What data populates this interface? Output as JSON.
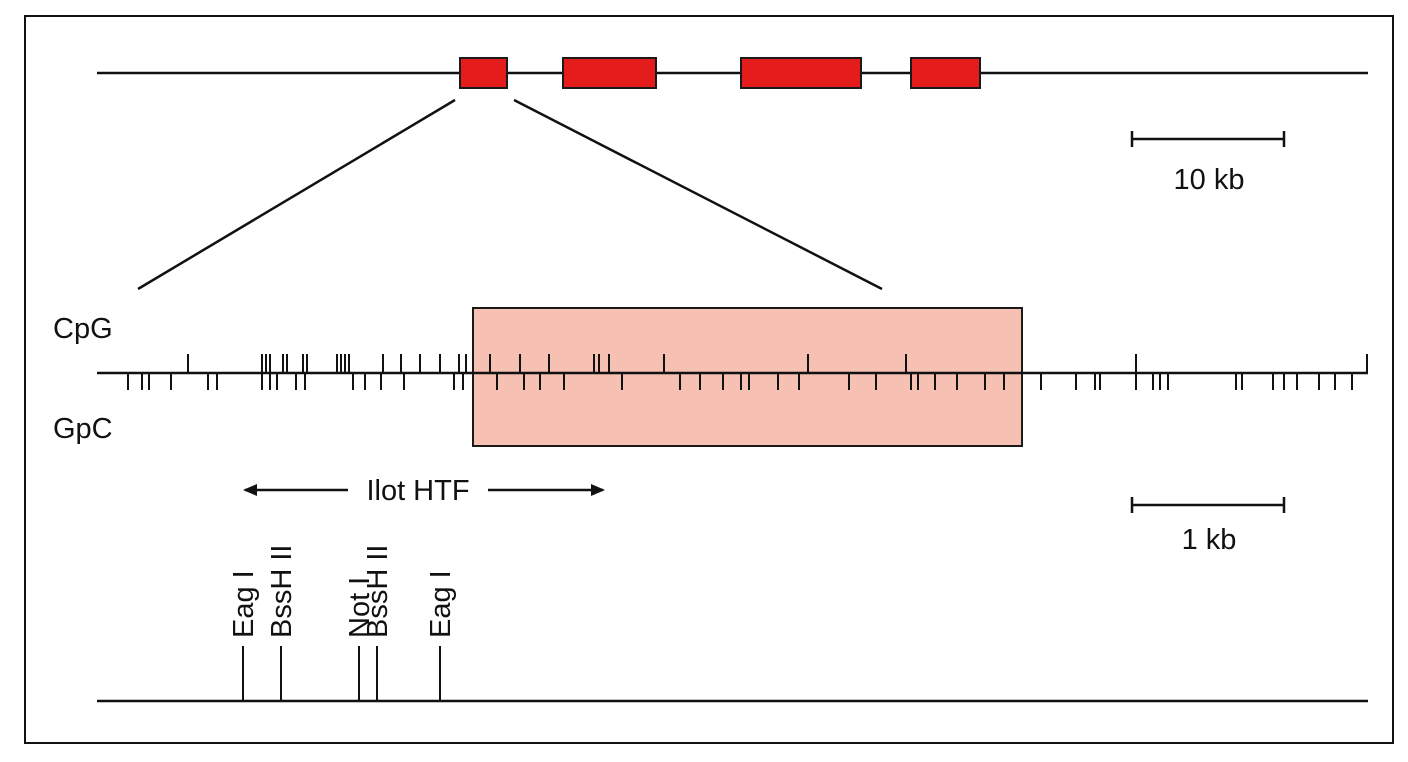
{
  "colors": {
    "line": "#111111",
    "exon_fill": "#e41c1c",
    "exon_stroke": "#1a1a1a",
    "island_fill": "#f6c1b3",
    "island_stroke": "#1a1a1a",
    "frame": "#111111"
  },
  "gene_map": {
    "exon_count": 4,
    "scale_label": "10 kb"
  },
  "cpg_map": {
    "cpg_label": "CpG",
    "gpc_label": "GpC",
    "scale_label": "1 kb",
    "island_label": "Ilot HTF"
  },
  "restriction_map": {
    "sites": [
      {
        "name": "Eag I"
      },
      {
        "name": "BssH II"
      },
      {
        "name": "Not I"
      },
      {
        "name": "BssH II"
      },
      {
        "name": "Eag I"
      }
    ]
  }
}
